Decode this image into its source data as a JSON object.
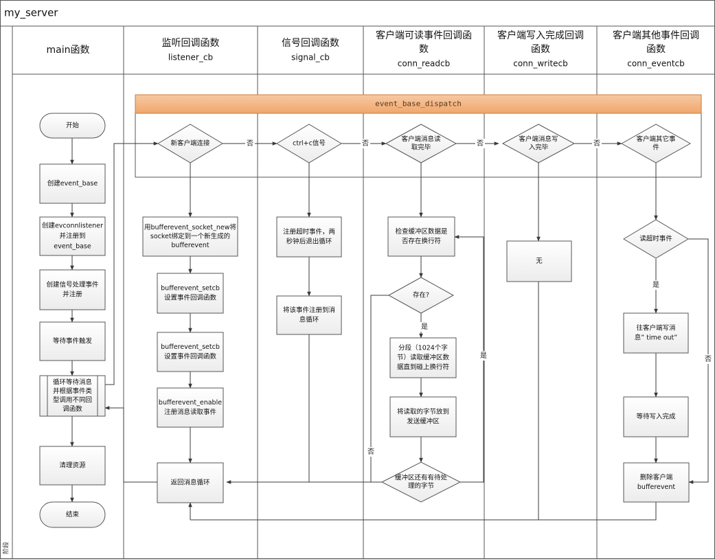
{
  "pool_title": "my_server",
  "phase_label": "阶段",
  "lanes": [
    {
      "line1": "main函数",
      "line2": "",
      "line3": ""
    },
    {
      "line1": "监听回调函数",
      "line2": "listener_cb",
      "line3": ""
    },
    {
      "line1": "信号回调函数",
      "line2": "signal_cb",
      "line3": ""
    },
    {
      "line1": "客户端可读事件回调函",
      "line2": "数",
      "line3": "conn_readcb"
    },
    {
      "line1": "客户端写入完成回调",
      "line2": "函数",
      "line3": "conn_writecb"
    },
    {
      "line1": "客户端其他事件回调",
      "line2": "函数",
      "line3": "conn_eventcb"
    }
  ],
  "dispatch_label": "event_base_dispatch",
  "nodes": {
    "start": [
      "开始"
    ],
    "create_base": [
      "创建event_base"
    ],
    "create_listener": [
      "创建evconnlistener",
      "并注册到",
      "event_base"
    ],
    "create_signal": [
      "创建信号处理事件",
      "并注册"
    ],
    "wait_event": [
      "等待事件触发"
    ],
    "loop_dispatch": [
      "循环等待消息",
      "并根据事件类",
      "型调用不同回",
      "调函数"
    ],
    "cleanup": [
      "清理资源"
    ],
    "end": [
      "结束"
    ],
    "new_client": [
      "新客户端连接"
    ],
    "bind_socket": [
      "用bufferevent_socket_new将",
      "socket绑定到一个新生成的",
      "bufferevent"
    ],
    "setcb1": [
      "bufferevent_setcb",
      "设置事件回调函数"
    ],
    "setcb2": [
      "bufferevent_setcb",
      "设置事件回调函数"
    ],
    "enable_read": [
      "bufferevent_enable",
      "注册消息读取事件"
    ],
    "return_loop": [
      "返回消息循环"
    ],
    "ctrl_c": [
      "ctrl+c信号"
    ],
    "reg_timeout": [
      "注册超时事件，两",
      "秒钟后退出循环"
    ],
    "reg_event": [
      "将该事件注册到消",
      "息循环"
    ],
    "read_done": [
      "客户端消息读",
      "取完毕"
    ],
    "check_buffer": [
      "检查缓冲区数据是",
      "否存在换行符"
    ],
    "exists": [
      "存在?"
    ],
    "read_segment": [
      "分段（1024个字",
      "节）读取缓冲区数",
      "据直到碰上换行符"
    ],
    "put_send": [
      "将读取的字节放到",
      "发送缓冲区"
    ],
    "more_bytes": [
      "缓冲区还有有待处",
      "理的字节"
    ],
    "write_done": [
      "客户端消息写",
      "入完毕"
    ],
    "none_box": [
      "无"
    ],
    "other_event": [
      "客户端其它事",
      "件"
    ],
    "read_timeout": [
      "读超时事件"
    ],
    "write_timeout": [
      "往客户端写消",
      "息” time out”"
    ],
    "wait_write": [
      "等待写入完成"
    ],
    "delete_client": [
      "删除客户端",
      "bufferevent"
    ]
  },
  "edge_labels": {
    "no": "否",
    "yes": "是"
  },
  "colors": {
    "dispatch_fill_top": "#f7c9a3",
    "dispatch_fill_bottom": "#f0a76c",
    "dispatch_border": "#c87a3c",
    "line": "#3a3a3a",
    "grid": "#555555"
  }
}
